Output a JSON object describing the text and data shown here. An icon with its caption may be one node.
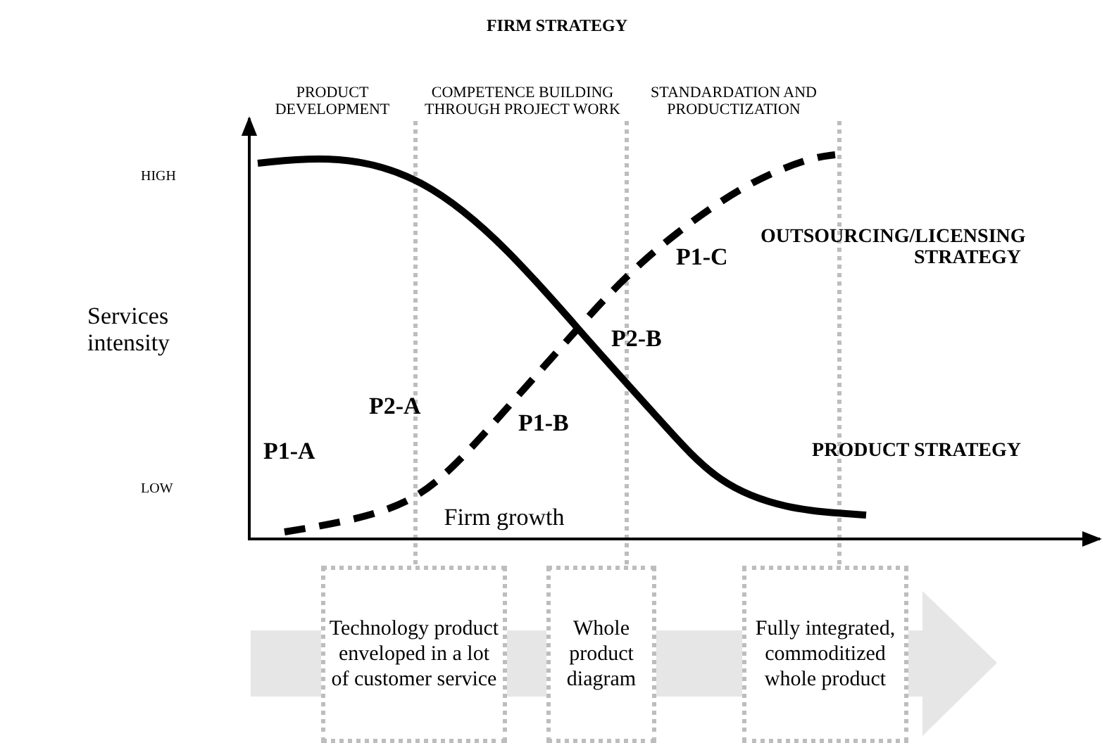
{
  "diagram": {
    "title": "FIRM STRATEGY",
    "nodes": [
      {
        "text": [
          "Technology product enveloped in a lot of customer service"
        ]
      },
      {
        "text": [
          "Whole product diagram"
        ]
      },
      {
        "text": [
          "Fully integrated, commoditized whole product"
        ]
      }
    ],
    "edges": [],
    "labels": [
      "PRODUCT DEVELOPMENT",
      "COMPETENCE BUILDING THROUGH PROJECT WORK",
      "STANDARDATION AND PRODUCTIZATION",
      "HIGH",
      "OUTSOURCING/LICENSING STRATEGY",
      "P1-C",
      "Services intensity",
      "P2-B",
      "P1-B",
      "P2-A",
      "P1-A",
      "LOW",
      "PRODUCT STRATEGY",
      "Firm growth"
    ]
  }
}
